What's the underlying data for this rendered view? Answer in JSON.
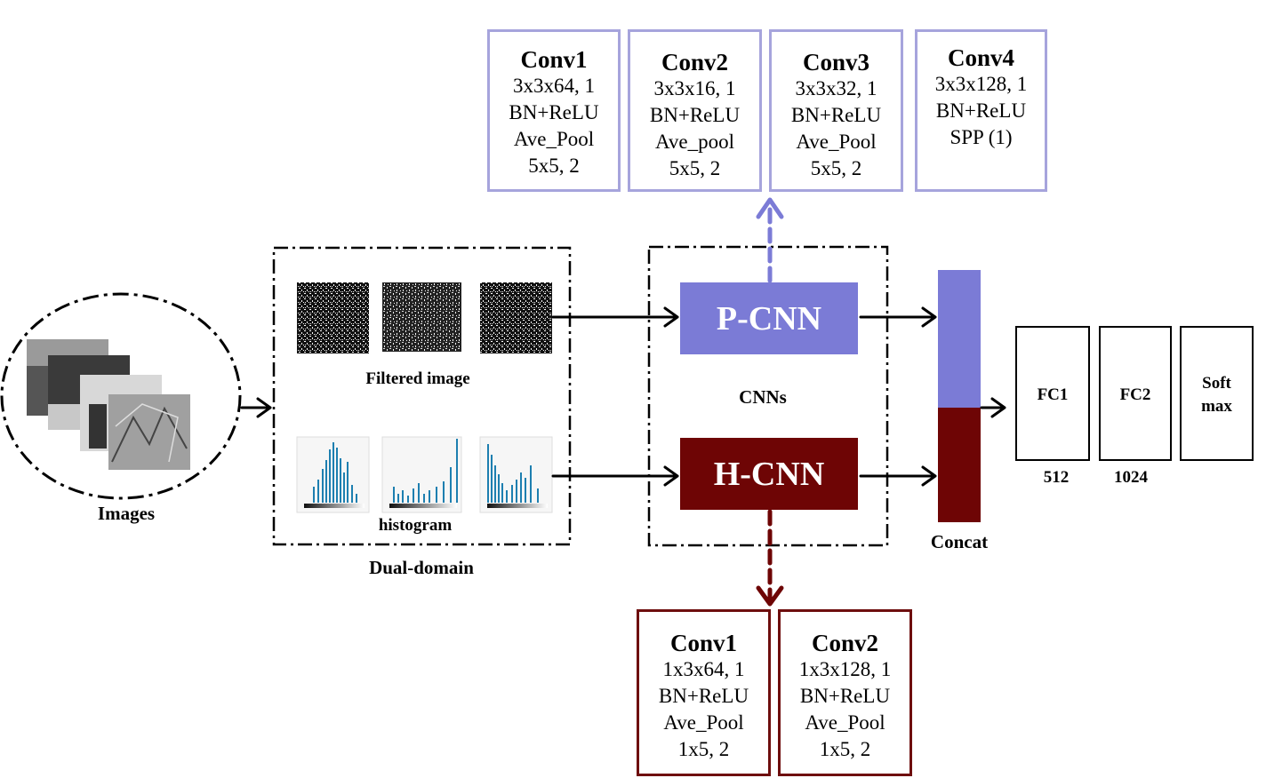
{
  "images_label": "Images",
  "dual_domain": {
    "title": "Dual-domain",
    "filtered_label": "Filtered image",
    "histogram_label": "histogram"
  },
  "cnns": {
    "label": "CNNs",
    "p_cnn": "P-CNN",
    "h_cnn": "H-CNN"
  },
  "p_cnn_layers": [
    {
      "title": "Conv1",
      "lines": [
        "3x3x64, 1",
        "BN+ReLU",
        "Ave_Pool",
        "5x5, 2"
      ]
    },
    {
      "title": "Conv2",
      "lines": [
        "3x3x16, 1",
        "BN+ReLU",
        "Ave_pool",
        "5x5, 2"
      ]
    },
    {
      "title": "Conv3",
      "lines": [
        "3x3x32, 1",
        "BN+ReLU",
        "Ave_Pool",
        "5x5, 2"
      ]
    },
    {
      "title": "Conv4",
      "lines": [
        "3x3x128, 1",
        "BN+ReLU",
        "SPP (1)"
      ]
    }
  ],
  "h_cnn_layers": [
    {
      "title": "Conv1",
      "lines": [
        "1x3x64, 1",
        "BN+ReLU",
        "Ave_Pool",
        "1x5, 2"
      ]
    },
    {
      "title": "Conv2",
      "lines": [
        "1x3x128, 1",
        "BN+ReLU",
        "Ave_Pool",
        "1x5, 2"
      ]
    }
  ],
  "concat_label": "Concat",
  "fc_layers": [
    {
      "label": "FC1",
      "size": "512"
    },
    {
      "label": "FC2",
      "size": "1024"
    },
    {
      "label": "Soft\nmax",
      "size": ""
    }
  ],
  "colors": {
    "p_cnn": "#7b7bd6",
    "p_cnn_border": "#a6a4dc",
    "h_cnn": "#6e0505",
    "h_cnn_border": "#6e0e0e",
    "histogram_bars": "#1d7fb0"
  }
}
